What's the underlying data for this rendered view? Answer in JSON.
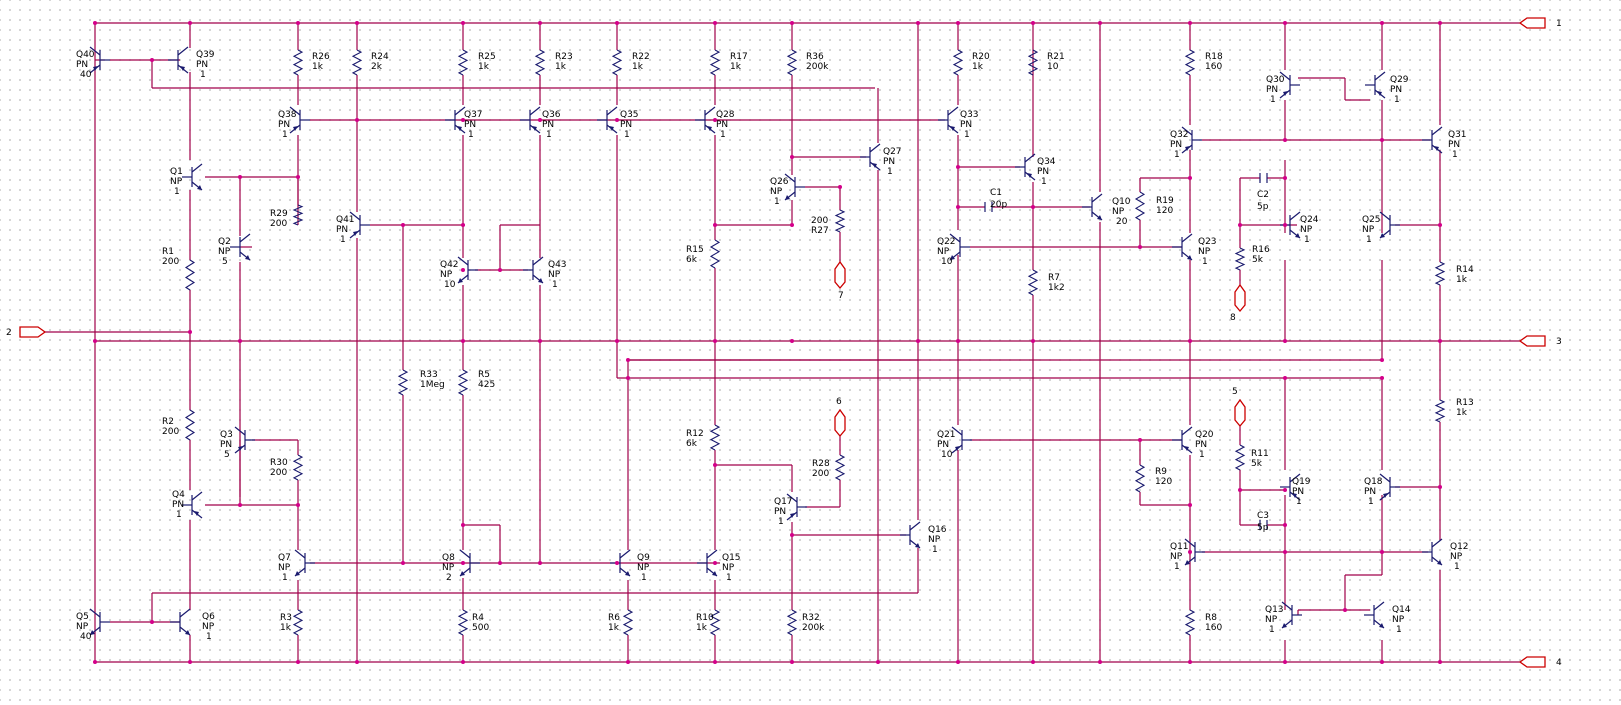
{
  "ports": [
    {
      "name": "port-1",
      "label": "1"
    },
    {
      "name": "port-2",
      "label": "2"
    },
    {
      "name": "port-3",
      "label": "3"
    },
    {
      "name": "port-4",
      "label": "4"
    },
    {
      "name": "port-5",
      "label": "5"
    },
    {
      "name": "port-6",
      "label": "6"
    },
    {
      "name": "port-7",
      "label": "7"
    },
    {
      "name": "port-8",
      "label": "8"
    }
  ],
  "transistors": [
    {
      "ref": "Q40",
      "type": "PN",
      "area": "40"
    },
    {
      "ref": "Q39",
      "type": "PN",
      "area": "1"
    },
    {
      "ref": "Q38",
      "type": "PN",
      "area": "1"
    },
    {
      "ref": "Q1",
      "type": "NP",
      "area": "1"
    },
    {
      "ref": "Q2",
      "type": "NP",
      "area": "5"
    },
    {
      "ref": "Q41",
      "type": "PN",
      "area": "1"
    },
    {
      "ref": "Q37",
      "type": "PN",
      "area": "1"
    },
    {
      "ref": "Q36",
      "type": "PN",
      "area": "1"
    },
    {
      "ref": "Q35",
      "type": "PN",
      "area": "1"
    },
    {
      "ref": "Q28",
      "type": "PN",
      "area": "1"
    },
    {
      "ref": "Q42",
      "type": "NP",
      "area": "10"
    },
    {
      "ref": "Q43",
      "type": "NP",
      "area": "1"
    },
    {
      "ref": "Q26",
      "type": "NP",
      "area": "1"
    },
    {
      "ref": "Q27",
      "type": "PN",
      "area": "1"
    },
    {
      "ref": "Q33",
      "type": "PN",
      "area": "1"
    },
    {
      "ref": "Q34",
      "type": "PN",
      "area": "1"
    },
    {
      "ref": "Q10",
      "type": "NP",
      "area": "20"
    },
    {
      "ref": "Q22",
      "type": "NP",
      "area": "10"
    },
    {
      "ref": "Q30",
      "type": "PN",
      "area": "1"
    },
    {
      "ref": "Q29",
      "type": "PN",
      "area": "1"
    },
    {
      "ref": "Q32",
      "type": "PN",
      "area": "1"
    },
    {
      "ref": "Q31",
      "type": "PN",
      "area": "1"
    },
    {
      "ref": "Q24",
      "type": "NP",
      "area": "1"
    },
    {
      "ref": "Q25",
      "type": "NP",
      "area": "1"
    },
    {
      "ref": "Q23",
      "type": "NP",
      "area": "1"
    },
    {
      "ref": "Q3",
      "type": "PN",
      "area": "5"
    },
    {
      "ref": "Q4",
      "type": "PN",
      "area": "1"
    },
    {
      "ref": "Q7",
      "type": "NP",
      "area": "1"
    },
    {
      "ref": "Q8",
      "type": "NP",
      "area": "2"
    },
    {
      "ref": "Q9",
      "type": "NP",
      "area": "1"
    },
    {
      "ref": "Q15",
      "type": "NP",
      "area": "1"
    },
    {
      "ref": "Q17",
      "type": "PN",
      "area": "1"
    },
    {
      "ref": "Q16",
      "type": "NP",
      "area": "1"
    },
    {
      "ref": "Q21",
      "type": "PN",
      "area": "10"
    },
    {
      "ref": "Q20",
      "type": "PN",
      "area": "1"
    },
    {
      "ref": "Q19",
      "type": "PN",
      "area": "1"
    },
    {
      "ref": "Q18",
      "type": "PN",
      "area": "1"
    },
    {
      "ref": "Q11",
      "type": "NP",
      "area": "1"
    },
    {
      "ref": "Q12",
      "type": "NP",
      "area": "1"
    },
    {
      "ref": "Q13",
      "type": "NP",
      "area": "1"
    },
    {
      "ref": "Q14",
      "type": "NP",
      "area": "1"
    },
    {
      "ref": "Q5",
      "type": "NP",
      "area": "40"
    },
    {
      "ref": "Q6",
      "type": "NP",
      "area": "1"
    }
  ],
  "resistors": [
    {
      "ref": "R26",
      "value": "1k"
    },
    {
      "ref": "R24",
      "value": "2k"
    },
    {
      "ref": "R25",
      "value": "1k"
    },
    {
      "ref": "R23",
      "value": "1k"
    },
    {
      "ref": "R22",
      "value": "1k"
    },
    {
      "ref": "R17",
      "value": "1k"
    },
    {
      "ref": "R36",
      "value": "200k"
    },
    {
      "ref": "R20",
      "value": "1k"
    },
    {
      "ref": "R21",
      "value": "10"
    },
    {
      "ref": "R18",
      "value": "160"
    },
    {
      "ref": "R29",
      "value": "200"
    },
    {
      "ref": "R1",
      "value": "200"
    },
    {
      "ref": "R27",
      "value": "200"
    },
    {
      "ref": "R15",
      "value": "6k"
    },
    {
      "ref": "R19",
      "value": "120"
    },
    {
      "ref": "R16",
      "value": "5k"
    },
    {
      "ref": "R14",
      "value": "1k"
    },
    {
      "ref": "R7",
      "value": "1k2"
    },
    {
      "ref": "R33",
      "value": "1Meg"
    },
    {
      "ref": "R5",
      "value": "425"
    },
    {
      "ref": "R2",
      "value": "200"
    },
    {
      "ref": "R30",
      "value": "200"
    },
    {
      "ref": "R12",
      "value": "6k"
    },
    {
      "ref": "R28",
      "value": "200"
    },
    {
      "ref": "R9",
      "value": "120"
    },
    {
      "ref": "R11",
      "value": "5k"
    },
    {
      "ref": "R13",
      "value": "1k"
    },
    {
      "ref": "R3",
      "value": "1k"
    },
    {
      "ref": "R4",
      "value": "500"
    },
    {
      "ref": "R6",
      "value": "1k"
    },
    {
      "ref": "R10",
      "value": "1k"
    },
    {
      "ref": "R32",
      "value": "200k"
    },
    {
      "ref": "R8",
      "value": "160"
    }
  ],
  "capacitors": [
    {
      "ref": "C1",
      "value": "20p"
    },
    {
      "ref": "C2",
      "value": "5p"
    },
    {
      "ref": "C3",
      "value": "5p"
    }
  ]
}
